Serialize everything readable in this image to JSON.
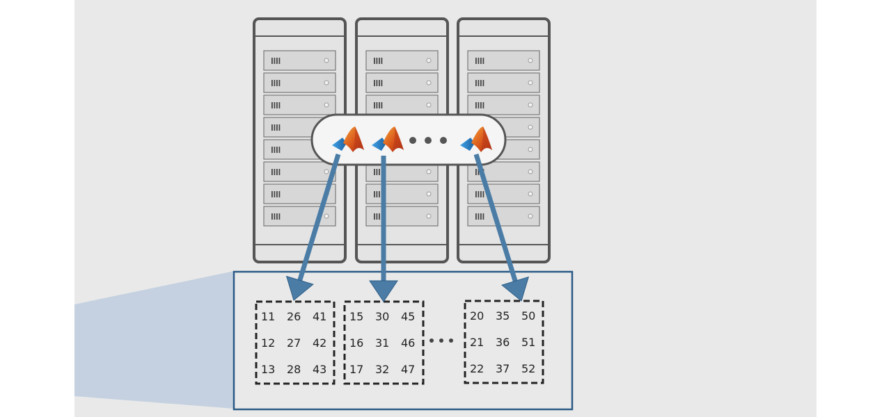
{
  "diagram": {
    "background": "#e9e9e9",
    "colors": {
      "server_frame": "#555555",
      "server_fill": "#e4e4e4",
      "slot_fill": "#d7d7d7",
      "arrow": "#4a7ca6",
      "outer_box": "#2a5a85",
      "wedge": "#c5d1e0",
      "chunk_border": "#222222"
    },
    "servers": [
      {
        "name": "server-1"
      },
      {
        "name": "server-2"
      },
      {
        "name": "server-3"
      }
    ],
    "workers": [
      {
        "name": "worker-1",
        "icon": "matlab-logo-icon"
      },
      {
        "name": "worker-2",
        "icon": "matlab-logo-icon"
      },
      {
        "name": "worker-3",
        "icon": "matlab-logo-icon"
      }
    ],
    "chunks": [
      {
        "name": "chunk-1",
        "rows": [
          [
            "11",
            "26",
            "41"
          ],
          [
            "12",
            "27",
            "42"
          ],
          [
            "13",
            "28",
            "43"
          ]
        ]
      },
      {
        "name": "chunk-2",
        "rows": [
          [
            "15",
            "30",
            "45"
          ],
          [
            "16",
            "31",
            "46"
          ],
          [
            "17",
            "32",
            "47"
          ]
        ]
      },
      {
        "name": "chunk-3",
        "rows": [
          [
            "20",
            "35",
            "50"
          ],
          [
            "21",
            "36",
            "51"
          ],
          [
            "22",
            "37",
            "52"
          ]
        ]
      }
    ]
  }
}
